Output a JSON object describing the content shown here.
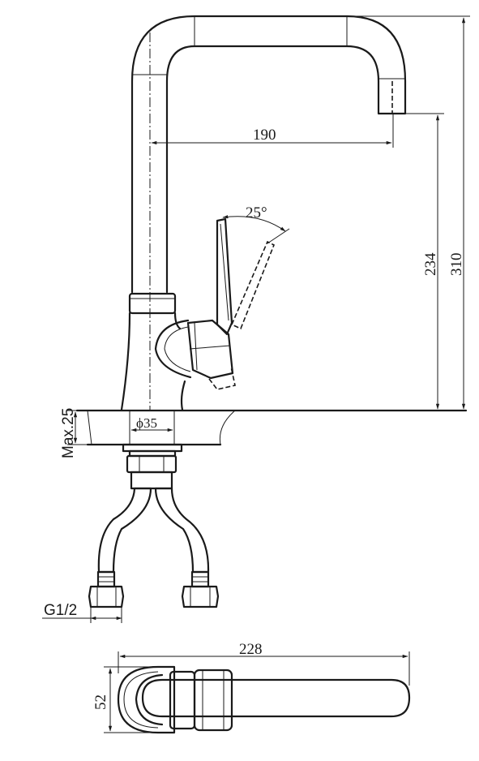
{
  "diagram": {
    "dimensions": {
      "reach": "190",
      "spout_height": "234",
      "total_height": "310",
      "handle_angle": "25°",
      "hole_diameter": "ϕ35",
      "max_counter": "Max.25",
      "thread": "G1/2",
      "top_length": "228",
      "top_width": "52"
    }
  }
}
